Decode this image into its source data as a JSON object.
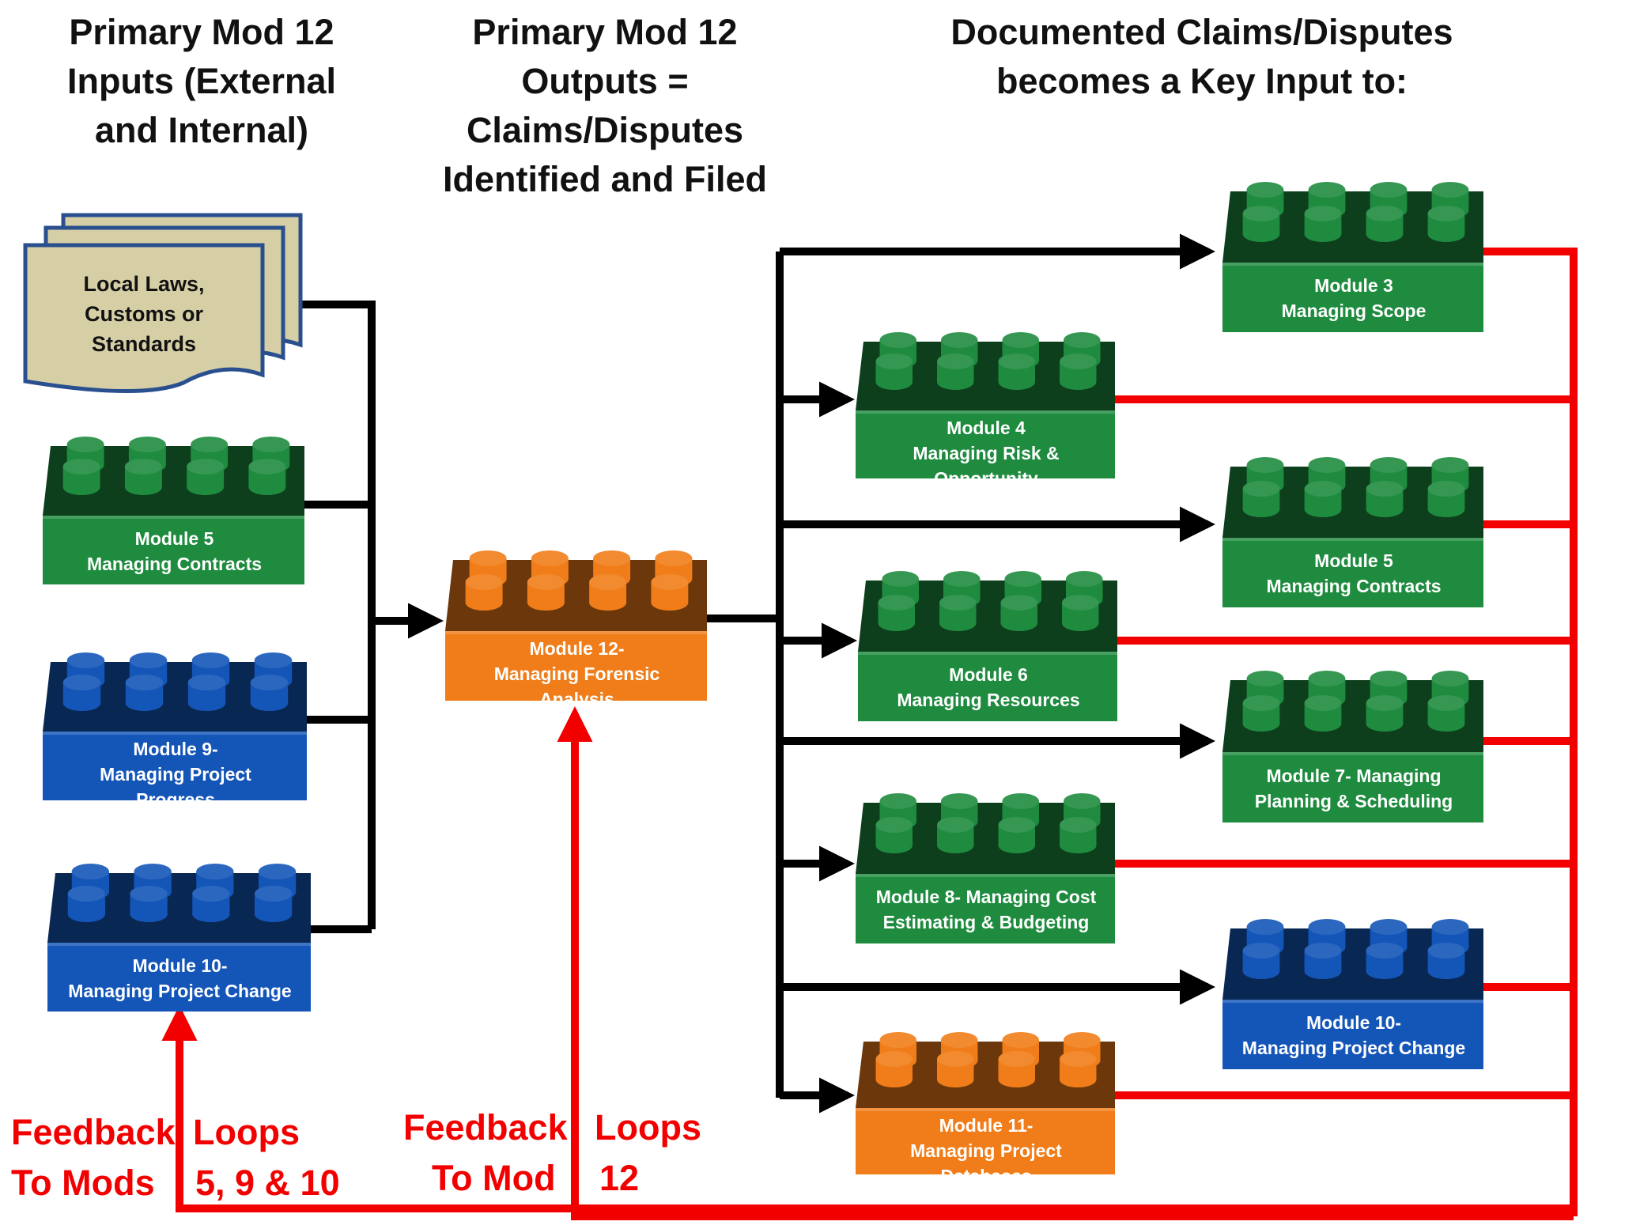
{
  "headings": {
    "inputs": [
      "Primary Mod 12",
      "Inputs (External",
      "and Internal)"
    ],
    "outputs": [
      "Primary Mod 12",
      "Outputs =",
      "Claims/Disputes",
      "Identified and Filed"
    ],
    "key_input": [
      "Documented Claims/Disputes",
      "becomes a Key Input to:"
    ]
  },
  "document": {
    "lines": [
      "Local Laws,",
      "Customs or",
      "Standards"
    ]
  },
  "colors": {
    "green": "#1e8b3f",
    "blue": "#1456b8",
    "orange": "#f07d19",
    "arrow": "#000000",
    "feedback": "#f20000",
    "document": "#d6cfa6"
  },
  "inputs": [
    {
      "color": "green",
      "lines": [
        "Module 5",
        "Managing Contracts"
      ]
    },
    {
      "color": "blue",
      "lines": [
        "Module 9-",
        "Managing Project",
        "Progress"
      ]
    },
    {
      "color": "blue",
      "lines": [
        "Module 10-",
        "Managing Project Change"
      ]
    }
  ],
  "center": {
    "color": "orange",
    "lines": [
      "Module 12-",
      "Managing Forensic",
      "Analysis"
    ]
  },
  "outputs": [
    {
      "color": "green",
      "lines": [
        "Module 3",
        "Managing Scope"
      ]
    },
    {
      "color": "green",
      "lines": [
        "Module 4",
        "Managing Risk &",
        "Opportunity"
      ]
    },
    {
      "color": "green",
      "lines": [
        "Module 5",
        "Managing Contracts"
      ]
    },
    {
      "color": "green",
      "lines": [
        "Module 6",
        "Managing Resources"
      ]
    },
    {
      "color": "green",
      "lines": [
        "Module 7- Managing",
        "Planning & Scheduling"
      ]
    },
    {
      "color": "green",
      "lines": [
        "Module 8- Managing Cost",
        "Estimating & Budgeting"
      ]
    },
    {
      "color": "blue",
      "lines": [
        "Module 10-",
        "Managing Project Change"
      ]
    },
    {
      "color": "orange",
      "lines": [
        "Module 11-",
        "Managing Project",
        "Databases"
      ]
    }
  ],
  "feedback": {
    "mods_5_9_10": {
      "word1": "Feedback",
      "word2": "Loops",
      "word3": "To Mods",
      "word4": "5, 9 & 10"
    },
    "mod_12": {
      "word1": "Feedback",
      "word2": "Loops",
      "word3": "To Mod",
      "word4": "12"
    }
  }
}
